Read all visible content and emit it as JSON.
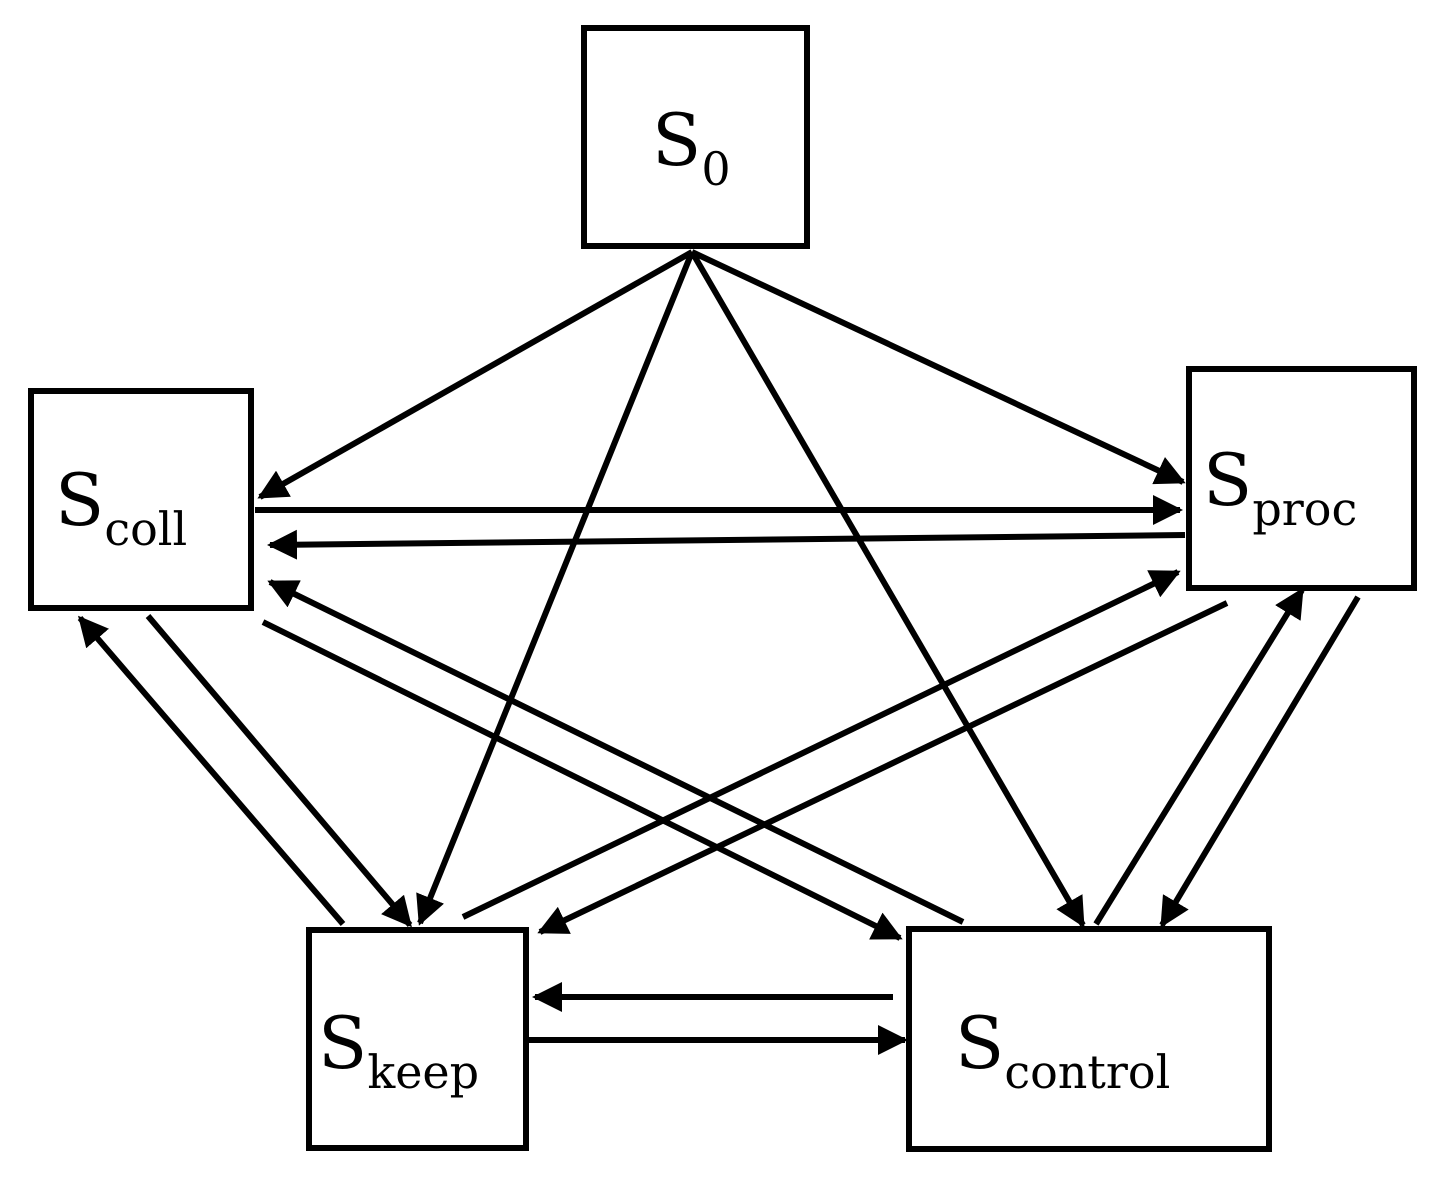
{
  "nodes": [
    {
      "id": "s0",
      "name": "S",
      "sub": "0"
    },
    {
      "id": "scoll",
      "name": "S",
      "sub": "coll"
    },
    {
      "id": "sproc",
      "name": "S",
      "sub": "proc"
    },
    {
      "id": "skeep",
      "name": "S",
      "sub": "keep"
    },
    {
      "id": "scontrol",
      "name": "S",
      "sub": "control"
    }
  ],
  "edges": [
    {
      "from": "s0",
      "to": "scoll"
    },
    {
      "from": "s0",
      "to": "sproc"
    },
    {
      "from": "s0",
      "to": "skeep"
    },
    {
      "from": "s0",
      "to": "scontrol"
    },
    {
      "from": "scoll",
      "to": "sproc"
    },
    {
      "from": "sproc",
      "to": "scoll"
    },
    {
      "from": "scoll",
      "to": "skeep"
    },
    {
      "from": "skeep",
      "to": "scoll"
    },
    {
      "from": "scoll",
      "to": "scontrol"
    },
    {
      "from": "scontrol",
      "to": "scoll"
    },
    {
      "from": "sproc",
      "to": "skeep"
    },
    {
      "from": "skeep",
      "to": "sproc"
    },
    {
      "from": "sproc",
      "to": "scontrol"
    },
    {
      "from": "scontrol",
      "to": "sproc"
    },
    {
      "from": "skeep",
      "to": "scontrol"
    },
    {
      "from": "scontrol",
      "to": "skeep"
    }
  ]
}
